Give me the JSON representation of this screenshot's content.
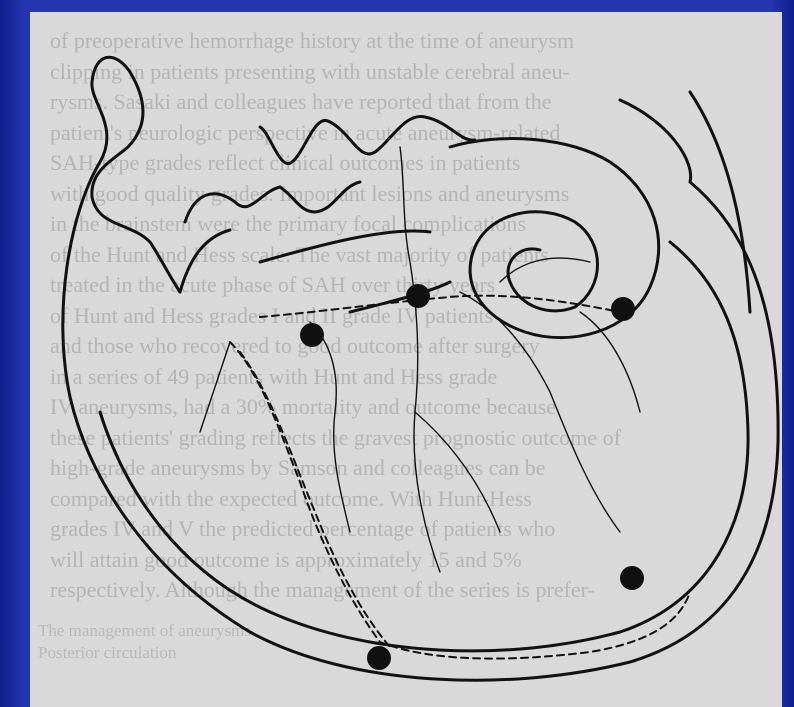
{
  "background_text": [
    "of preoperative hemorrhage history at the time of aneurysm",
    "clipping in patients presenting with unstable cerebral aneu-",
    "rysms. Sasaki and colleagues have reported that from the",
    "patient's neurologic perspective in acute aneurysm-related",
    "SAH-type grades reflect clinical outcomes in patients",
    "with good quality grades. Important lesions and aneurysms",
    "in the brainstem were the primary focal complications",
    "of the Hunt and Hess scale. The vast majority of patients",
    "treated in the acute phase of SAH over thirty years",
    "of Hunt and Hess grades I and II grade IV patients",
    "and those who recovered to good outcome after surgery",
    "in a series of 49 patients with Hunt and Hess grade",
    "IV aneurysms, had a 30% mortality and outcome because",
    "these patients' grading reflects the gravest prognostic outcome of",
    "high-grade aneurysms by Samson and colleagues can be",
    "compared with the expected outcome. With Hunt-Hess",
    "grades IV and V the predicted percentage of patients who",
    "will attain good outcome is approximately 15 and 5%",
    "respectively. Although the management of the series is prefer-"
  ],
  "footnote_text": [
    "The management of aneurysms",
    "Posterior circulation"
  ],
  "drawing": {
    "description": "Line drawing of a brain sagittal section (medial view) with cerebral arteries; five black dots mark aneurysm sites.",
    "markers": [
      {
        "name": "aneurysm-marker-1"
      },
      {
        "name": "aneurysm-marker-2"
      },
      {
        "name": "aneurysm-marker-3"
      },
      {
        "name": "aneurysm-marker-4"
      },
      {
        "name": "aneurysm-marker-5"
      }
    ],
    "line_color": "#111111",
    "marker_color": "#111111"
  },
  "colors": {
    "frame": "#1a2a9a",
    "page": "#d9d9d9",
    "background_text": "#b4b4b4"
  }
}
